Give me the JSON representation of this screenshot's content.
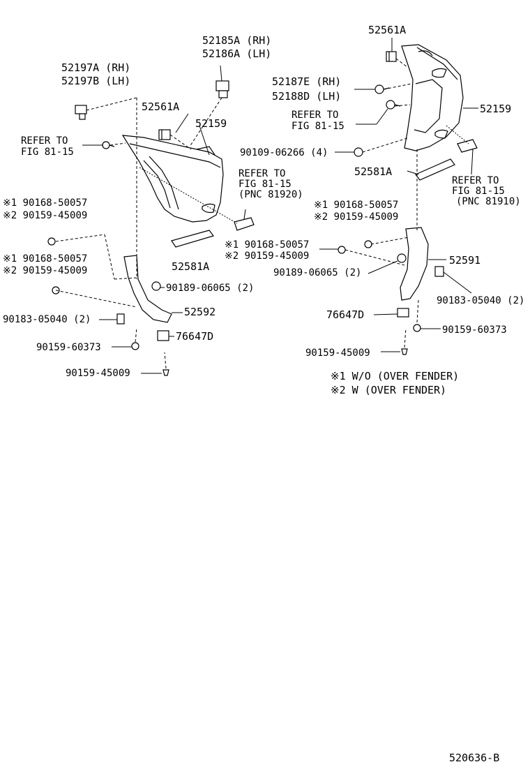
{
  "diagram": {
    "drawing_number": "520636-B",
    "left_group": {
      "p52185": "52185A (RH)",
      "p52186": "52186A (LH)",
      "p52197a": "52197A (RH)",
      "p52197b": "52197B (LH)",
      "p52561": "52561A",
      "p52159": "52159",
      "refer1": "REFER TO",
      "refer1b": "FIG 81-15",
      "refer2": "REFER TO",
      "refer2b": "FIG 81-15",
      "refer2c": "(PNC 81920)",
      "s1a": "※1 90168-50057",
      "s2a": "※2 90159-45009",
      "s1b": "※1 90168-50057",
      "s2b": "※2 90159-45009",
      "p90189": "90189-06065 (2)",
      "p52592": "52592",
      "p52581": "52581A",
      "p90183": "90183-05040 (2)",
      "p76647": "76647D",
      "p90159_6": "90159-60373",
      "p90159_4": "90159-45009"
    },
    "right_group": {
      "p52561": "52561A",
      "p52187": "52187E (RH)",
      "p52188": "52188D (LH)",
      "refer1": "REFER TO",
      "refer1b": "FIG 81-15",
      "p52159": "52159",
      "p90109": "90109-06266 (4)",
      "p52581": "52581A",
      "refer2": "REFER TO",
      "refer2b": "FIG 81-15",
      "refer2c": "(PNC 81910)",
      "s1a": "※1 90168-50057",
      "s2a": "※2 90159-45009",
      "s1b": "※1 90168-50057",
      "s2b": "※2 90159-45009",
      "p52591": "52591",
      "p90189": "90189-06065 (2)",
      "p90183": "90183-05040 (2)",
      "p76647": "76647D",
      "p90159_6": "90159-60373",
      "p90159_4": "90159-45009"
    },
    "legend": {
      "note1": "※1 W/O (OVER FENDER)",
      "note2": "※2 W (OVER FENDER)"
    }
  }
}
